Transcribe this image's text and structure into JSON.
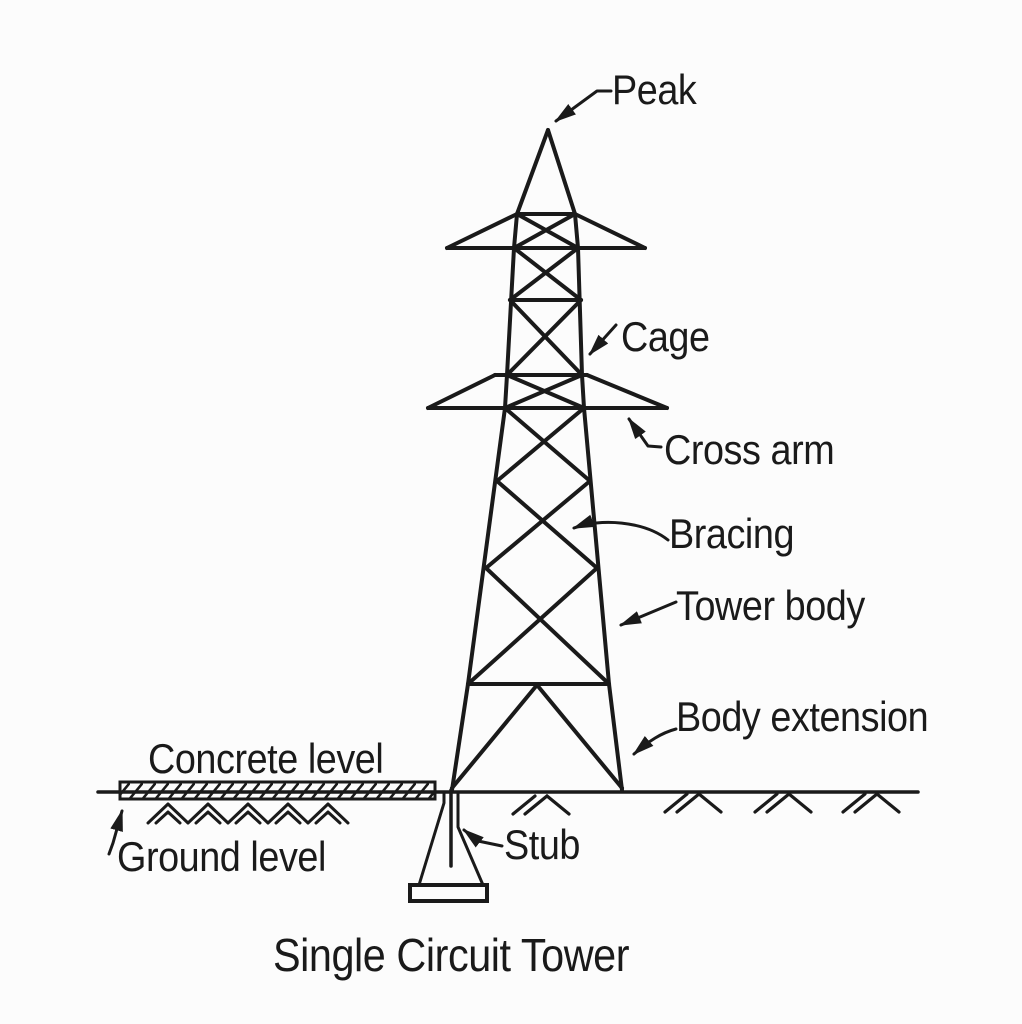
{
  "diagram": {
    "title": "Single Circuit Tower",
    "labels": {
      "peak": "Peak",
      "cage": "Cage",
      "cross_arm": "Cross arm",
      "bracing": "Bracing",
      "tower_body": "Tower body",
      "body_extension": "Body extension",
      "concrete_level": "Concrete level",
      "ground_level": "Ground level",
      "stub": "Stub"
    },
    "colors": {
      "line": "#1a1a1a",
      "background": "#fcfcfc",
      "text": "#1a1a1a"
    }
  }
}
